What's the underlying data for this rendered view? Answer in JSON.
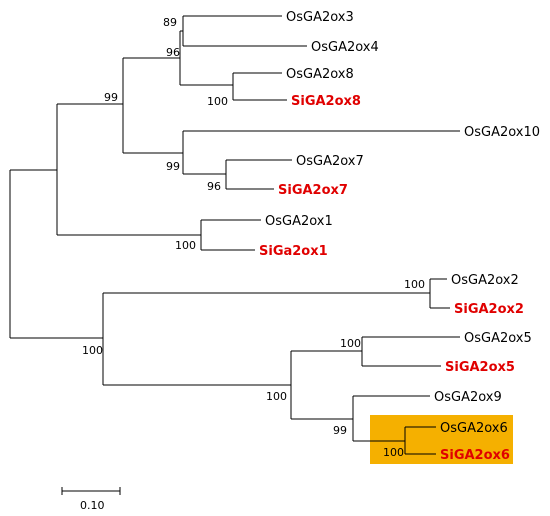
{
  "tree": {
    "leaves": {
      "os_ga2ox3": "OsGA2ox3",
      "os_ga2ox4": "OsGA2ox4",
      "os_ga2ox8": "OsGA2ox8",
      "si_ga2ox8": "SiGA2ox8",
      "os_ga2ox10": "OsGA2ox10",
      "os_ga2ox7": "OsGA2ox7",
      "si_ga2ox7": "SiGA2ox7",
      "os_ga2ox1": "OsGA2ox1",
      "si_ga2ox1": "SiGa2ox1",
      "os_ga2ox2": "OsGA2ox2",
      "si_ga2ox2": "SiGA2ox2",
      "os_ga2ox5": "OsGA2ox5",
      "si_ga2ox5": "SiGA2ox5",
      "os_ga2ox9": "OsGA2ox9",
      "os_ga2ox6": "OsGA2ox6",
      "si_ga2ox6": "SiGA2ox6"
    },
    "bootstrap": {
      "n_3_4": "89",
      "n_34_8": "96",
      "n_8": "100",
      "n_upper": "99",
      "n_7": "96",
      "n_10_7": "99",
      "n_1": "100",
      "n_2": "100",
      "n_5": "100",
      "n_6": "100",
      "n_9_6": "99",
      "n_5_9_6": "100",
      "n_lower": "100"
    },
    "scale_label": "0.10",
    "si_color": "#e00000",
    "highlight_color": "#f5b000"
  }
}
